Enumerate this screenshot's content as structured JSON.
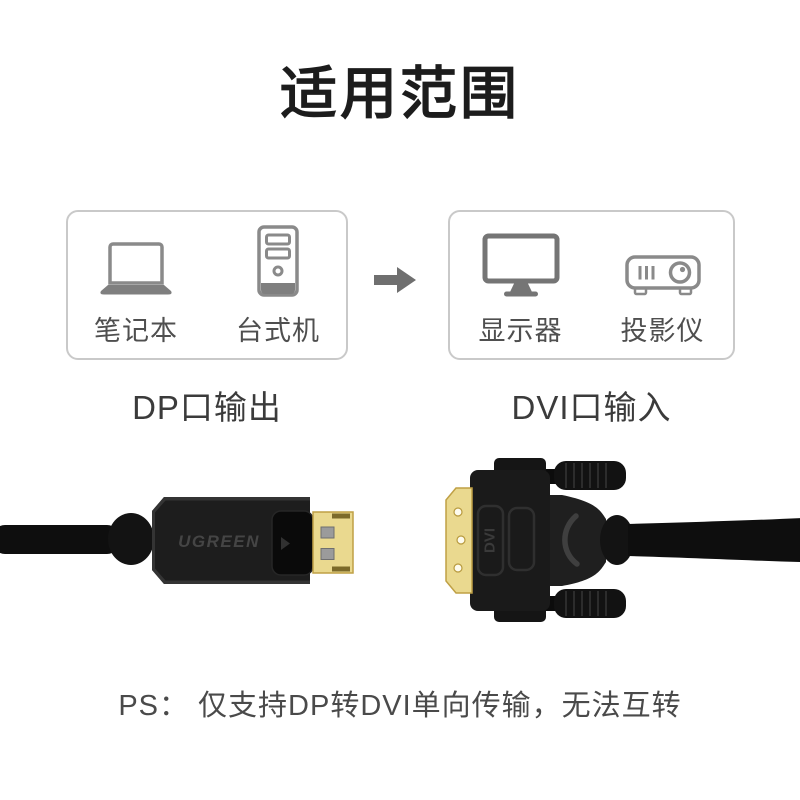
{
  "title": "适用范围",
  "diagram": {
    "source_box": {
      "items": [
        {
          "icon": "laptop-icon",
          "label": "笔记本"
        },
        {
          "icon": "desktop-tower-icon",
          "label": "台式机"
        }
      ],
      "caption": "DP口输出"
    },
    "arrow_icon": "right-arrow-icon",
    "target_box": {
      "items": [
        {
          "icon": "monitor-icon",
          "label": "显示器"
        },
        {
          "icon": "projector-icon",
          "label": "投影仪"
        }
      ],
      "caption": "DVI口输入"
    }
  },
  "product_photo": {
    "brand_text": "UGREEN",
    "connector_label": "DVI"
  },
  "footnote": "PS： 仅支持DP转DVI单向传输，无法互转",
  "colors": {
    "background": "#ffffff",
    "title_text": "#1c1c1c",
    "box_border": "#c9c9c9",
    "icon_gray": "#8a8a8a",
    "monitor_gray": "#757575",
    "device_label_text": "#4f4f4f",
    "caption_text": "#3b3b3b",
    "arrow_gray": "#6f6f6f",
    "footnote_text": "#4a4a4a",
    "connector_body_black": "#1c1c1c",
    "gold_plating": "#ead98f",
    "emboss_text": "#454545"
  }
}
